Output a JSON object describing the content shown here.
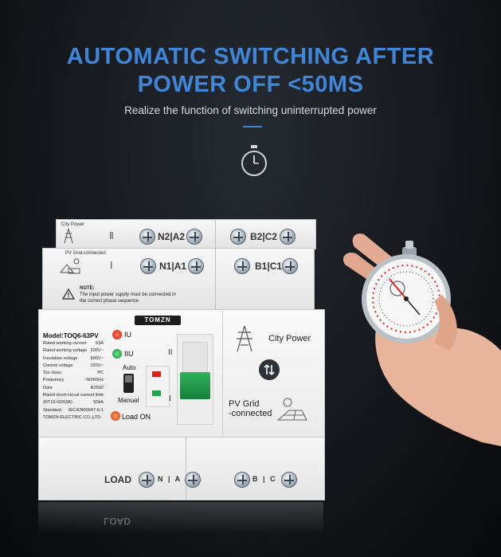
{
  "headline": {
    "line1": "AUTOMATIC SWITCHING AFTER",
    "line2": "POWER OFF <50MS"
  },
  "subtitle": "Realize the function of switching uninterrupted power",
  "icons": {
    "stopwatch": "stopwatch-icon"
  },
  "device": {
    "top_module": {
      "label": "City Power",
      "left_terminals": "N2|A2",
      "right_terminals": "B2|C2"
    },
    "mid_module": {
      "label": "PV Grid-connected",
      "left_terminals": "N1|A1",
      "right_terminals": "B1|C1"
    },
    "note": {
      "title": "NOTE:",
      "line1": "The input power supply must be connected in",
      "line2": "the correct phase sequence"
    },
    "brand": "TOMZN",
    "model": "Model:TOQ6-63PV",
    "specs": [
      {
        "k": "Rated working current",
        "v": "63A"
      },
      {
        "k": "Rated working voltage",
        "v": "220V~"
      },
      {
        "k": "Insulation voltage",
        "v": "690V~"
      },
      {
        "k": "Control voltage",
        "v": "220V~"
      },
      {
        "k": "Tso class",
        "v": "PC"
      },
      {
        "k": "Frequency",
        "v": "~50/60Hz"
      },
      {
        "k": "Date",
        "v": "R2502"
      }
    ],
    "short_circuit": {
      "line1": "Rated short-circuit current limit",
      "k": "(RT16-00/63A)",
      "v": "50kA"
    },
    "standard": {
      "k": "Standard",
      "v": "IEC/EN60947-6-1"
    },
    "maker": "TOMZN ELECTRIC CO.,LTD.",
    "indicators": {
      "iu": "IU",
      "iiu": "IIU",
      "load_on": "Load ON",
      "auto": "Auto",
      "manual": "Manual"
    },
    "pos_top": "II",
    "pos_bottom": "I",
    "city_power": "City Power",
    "pv_grid": "PV Grid\n-connected",
    "load": {
      "label": "LOAD",
      "left_terminals": "N | A",
      "right_terminals": "B | C"
    },
    "reflection": "LOAD"
  },
  "colors": {
    "accent": "#3f86d8",
    "green_handle": "#1f9a4a",
    "led_red": "#e0261c",
    "led_green": "#1ea34d"
  }
}
